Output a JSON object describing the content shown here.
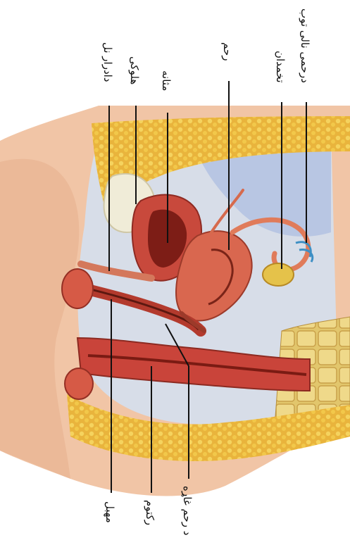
{
  "figure": {
    "labels": {
      "fallopian_tube": "درحمی نالی توب",
      "ovary": "تخمدان",
      "uterus": "رحم",
      "bladder": "مثانه",
      "pubic_bone": "هلوکی",
      "urethra": "دادرار نل",
      "cervix": "د رحم غاړه",
      "rectum": "رکتوم",
      "vagina": "مهبل"
    }
  }
}
